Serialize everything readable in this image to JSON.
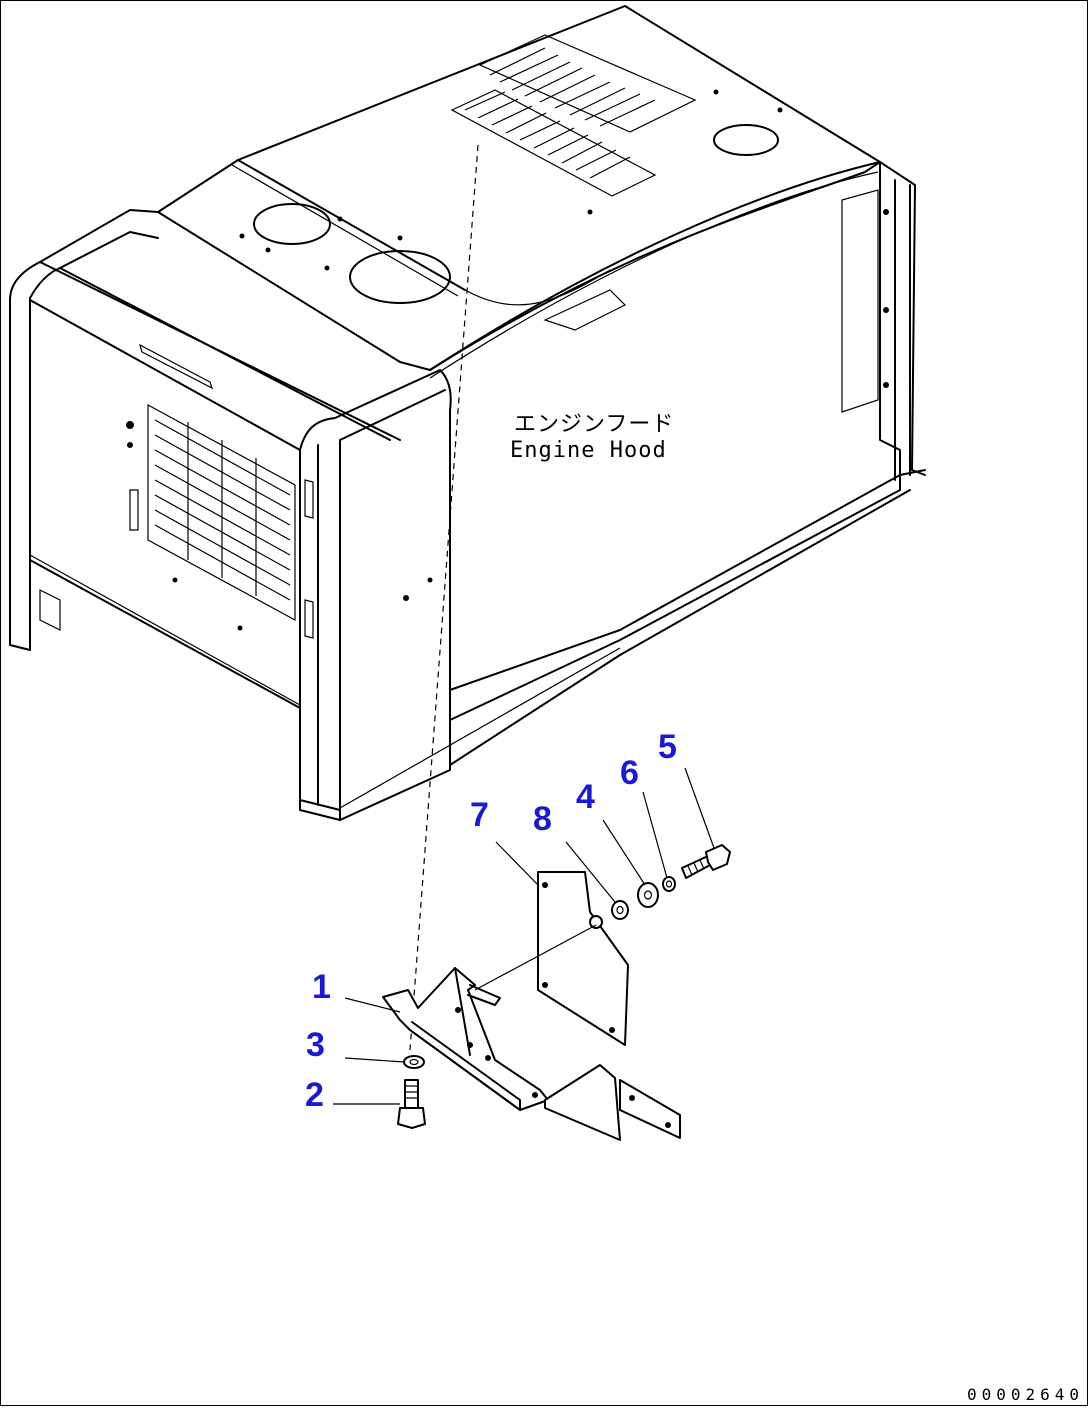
{
  "diagram": {
    "hood_label_jp": "エンジンフード",
    "hood_label_en": "Engine Hood",
    "drawing_number": "00002640",
    "callout_color": "#1a1ad6",
    "callouts": [
      {
        "id": "1",
        "label": "1"
      },
      {
        "id": "2",
        "label": "2"
      },
      {
        "id": "3",
        "label": "3"
      },
      {
        "id": "4",
        "label": "4"
      },
      {
        "id": "5",
        "label": "5"
      },
      {
        "id": "6",
        "label": "6"
      },
      {
        "id": "7",
        "label": "7"
      },
      {
        "id": "8",
        "label": "8"
      }
    ]
  }
}
